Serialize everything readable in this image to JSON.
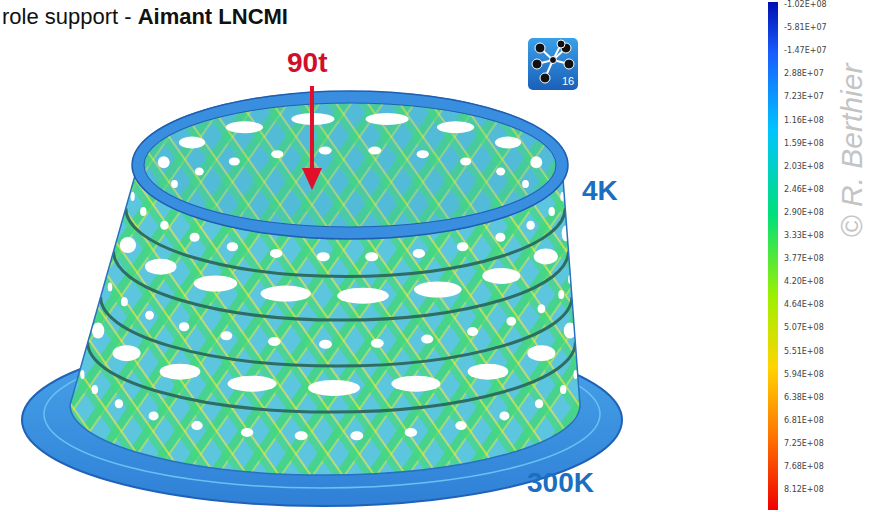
{
  "diagram": {
    "labels": [
      "role support -",
      "Aimant LNCMI",
      "90t",
      "16",
      "4K",
      "300K",
      "-1.02E+08",
      "-5.81E+07",
      "-1.47E+07",
      "2.88E+07",
      "7.23E+07",
      "1.16E+08",
      "1.59E+08",
      "2.03E+08",
      "2.46E+08",
      "2.90E+08",
      "3.33E+08",
      "3.77E+08",
      "4.20E+08",
      "4.64E+08",
      "5.07E+08",
      "5.51E+08",
      "5.94E+08",
      "6.38E+08",
      "6.81E+08",
      "7.25E+08",
      "7.68E+08",
      "8.12E+08",
      "© R. Berthier"
    ]
  }
}
